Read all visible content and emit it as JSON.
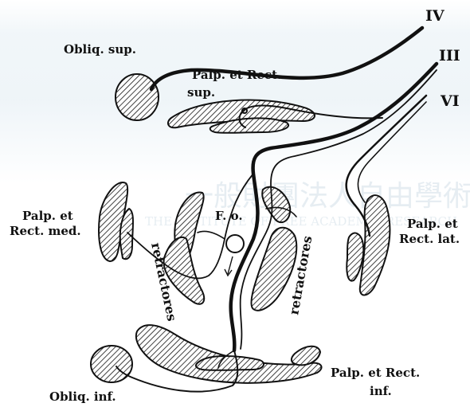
{
  "watermark": {
    "chinese": "一般財團法人自由學術研究所",
    "english": "THE INSTITUTE OF FREE ACADEMIC RESEARCH"
  },
  "nerves": {
    "iv": "IV",
    "iii": "III",
    "vi": "VI"
  },
  "labels": {
    "obliq_sup": "Obliq. sup.",
    "palp_rect_sup_1": "Palp. et Rect.",
    "palp_rect_sup_2": "sup.",
    "palp_rect_med_1": "Palp. et",
    "palp_rect_med_2": "Rect. med.",
    "fo": "F. o.",
    "palp_rect_lat_1": "Palp. et",
    "palp_rect_lat_2": "Rect. lat.",
    "retractores_left": "retractores",
    "retractores_right": "retractores",
    "palp_rect_inf_1": "Palp. et Rect.",
    "palp_rect_inf_2": "inf.",
    "obliq_inf": "Obliq. inf."
  }
}
